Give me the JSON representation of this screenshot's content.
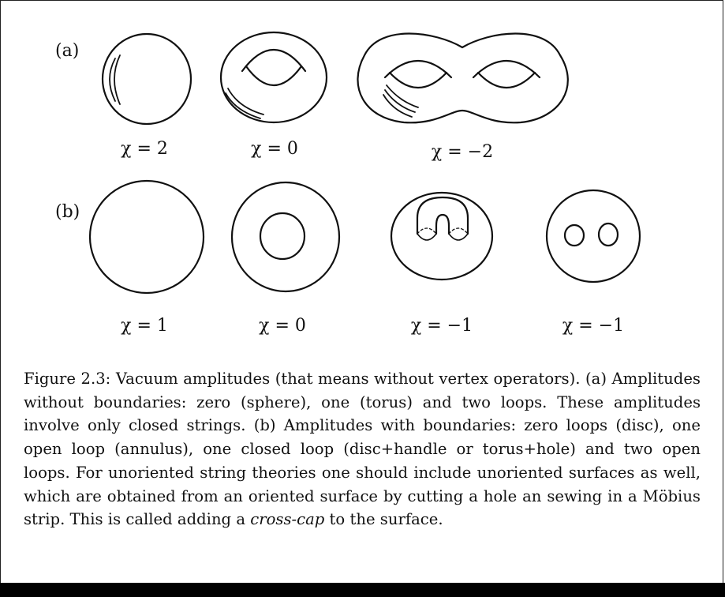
{
  "panels": {
    "a": {
      "label": "(a)",
      "chi": [
        "χ = 2",
        "χ = 0",
        "χ = −2"
      ]
    },
    "b": {
      "label": "(b)",
      "chi": [
        "χ = 1",
        "χ = 0",
        "χ = −1",
        "χ = −1"
      ]
    }
  },
  "caption": {
    "part1": "Figure 2.3: Vacuum amplitudes (that means without vertex operators). (a) Amplitudes without boundaries: zero (sphere), one (torus) and two loops. These amplitudes involve only closed strings. (b) Amplitudes with boundaries: zero loops (disc), one open loop (annulus), one closed loop (disc+handle or torus+hole) and two open loops. For unoriented string theories one should include unoriented surfaces as well, which are obtained from an oriented surface by cutting a hole an sewing in a Möbius strip. This is called adding a ",
    "emph": "cross-cap",
    "part2": " to the surface."
  }
}
